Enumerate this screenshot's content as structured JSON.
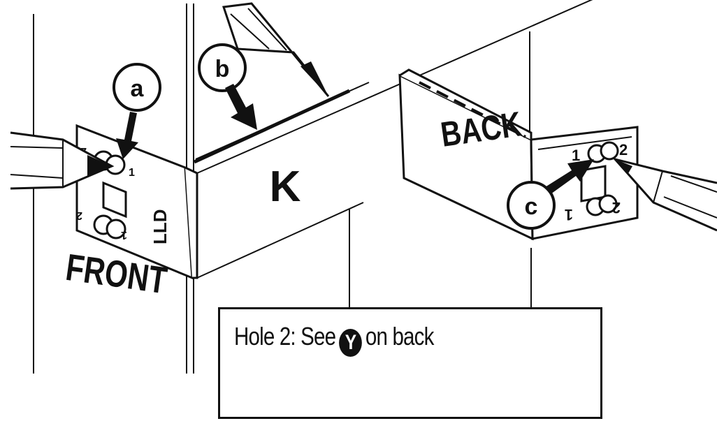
{
  "labels": {
    "front": "FRONT",
    "back": "BACK",
    "panel": "K",
    "callout_a": "a",
    "callout_b": "b",
    "callout_c": "c",
    "plate_mark": "LLD",
    "hole_top_1": "1",
    "hole_top_2": "2",
    "hole_bottom_1": "1",
    "hole_bottom_2": "2",
    "back_hole_1": "1",
    "back_hole_2": "2",
    "back_bottom_1": "1",
    "back_bottom_2": "2"
  },
  "note": {
    "prefix": "Hole 2: See",
    "badge": "Y",
    "suffix": "on back"
  }
}
